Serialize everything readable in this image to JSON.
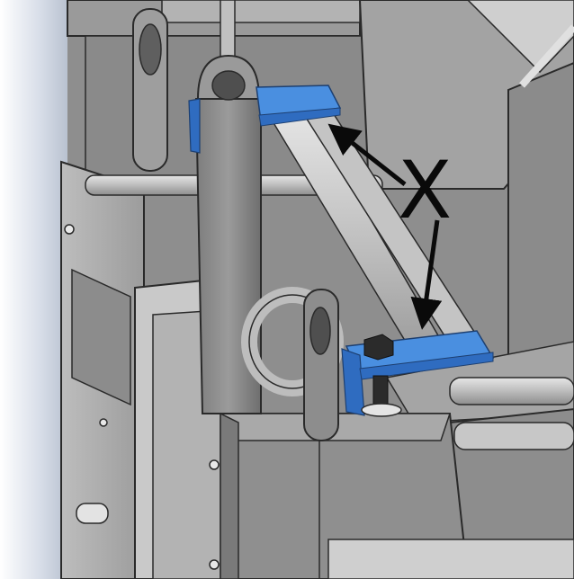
{
  "callout": {
    "letter": "X"
  },
  "colors": {
    "highlight": "#4a8fe0",
    "highlight_shadow": "#2f6cc0",
    "metal_light": "#cfcfcf",
    "metal_mid": "#a9a9a9",
    "metal_dark": "#6f6f6f",
    "outline": "#2a2a2a",
    "background_left": "#c9d2e0",
    "arrow": "#0a0a0a"
  },
  "icons": {
    "upper_bracket": "blue-l-bracket",
    "lower_bracket": "blue-l-bracket-with-bolt"
  }
}
